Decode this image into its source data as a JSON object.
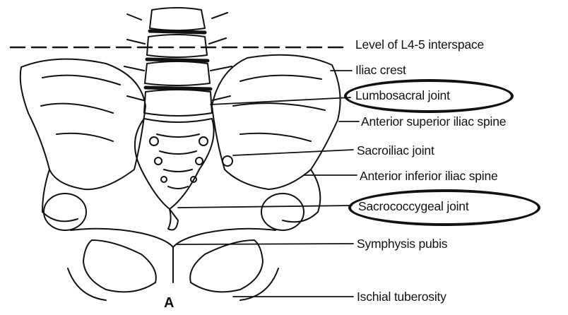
{
  "figure": {
    "letter": "A",
    "labels": {
      "level": "Level of L4-5 interspace",
      "iliac_crest": "Iliac crest",
      "lumbosacral": "Lumbosacral joint",
      "asis": "Anterior superior iliac spine",
      "sacroiliac": "Sacroiliac joint",
      "aiis": "Anterior inferior iliac spine",
      "sacrococcygeal": "Sacrococcygeal joint",
      "symphysis": "Symphysis pubis",
      "ischial": "Ischial tuberosity"
    },
    "highlighted": [
      "Lumbosacral joint",
      "Sacrococcygeal joint"
    ]
  }
}
